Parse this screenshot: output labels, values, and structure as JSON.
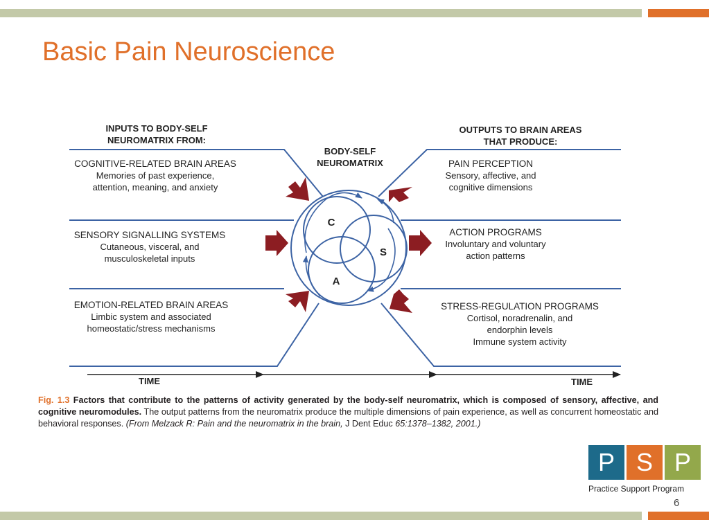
{
  "slide": {
    "title": "Basic Pain Neuroscience",
    "page_number": "6"
  },
  "diagram": {
    "inputs_heading": [
      "INPUTS TO BODY-SELF",
      "NEUROMATRIX FROM:"
    ],
    "outputs_heading": [
      "OUTPUTS TO BRAIN AREAS",
      "THAT PRODUCE:"
    ],
    "center_heading": [
      "BODY-SELF",
      "NEUROMATRIX"
    ],
    "inputs": [
      {
        "title": "COGNITIVE-RELATED BRAIN AREAS",
        "lines": [
          "Memories of past experience,",
          "attention, meaning, and anxiety"
        ]
      },
      {
        "title": "SENSORY SIGNALLING SYSTEMS",
        "lines": [
          "Cutaneous, visceral, and",
          "musculoskeletal inputs"
        ]
      },
      {
        "title": "EMOTION-RELATED BRAIN AREAS",
        "lines": [
          "Limbic system and associated",
          "homeostatic/stress mechanisms"
        ]
      }
    ],
    "outputs": [
      {
        "title": "PAIN PERCEPTION",
        "lines": [
          "Sensory, affective, and",
          "cognitive dimensions"
        ]
      },
      {
        "title": "ACTION PROGRAMS",
        "lines": [
          "Involuntary and voluntary",
          "action patterns"
        ]
      },
      {
        "title": "STRESS-REGULATION PROGRAMS",
        "lines": [
          "Cortisol, noradrenalin, and",
          "endorphin levels",
          "Immune system activity"
        ]
      }
    ],
    "circle_labels": {
      "c": "C",
      "s": "S",
      "a": "A"
    },
    "time_left": "TIME",
    "time_right": "TIME",
    "colors": {
      "line": "#3c63a4",
      "arrow": "#8c1d22"
    }
  },
  "caption": {
    "fig_label": "Fig. 1.3",
    "bold_text": " Factors that contribute to the patterns of activity generated by the body-self neuromatrix, which is composed of sensory, affective, and cognitive neuromodules.",
    "body_text": " The output patterns from the neuromatrix produce the multiple dimensions of pain experience, as well as concurrent homeostatic and behavioral responses. ",
    "source_italic_1": "(From Melzack R: Pain and the neuromatrix in the brain,",
    "source_journal": " J Dent Educ ",
    "source_italic_2": "65:1378–1382, 2001.)"
  },
  "logo": {
    "letters": [
      "P",
      "S",
      "P"
    ],
    "text": "Practice Support Program",
    "colors": [
      "#1d6a8a",
      "#e0702a",
      "#93a84b"
    ]
  }
}
